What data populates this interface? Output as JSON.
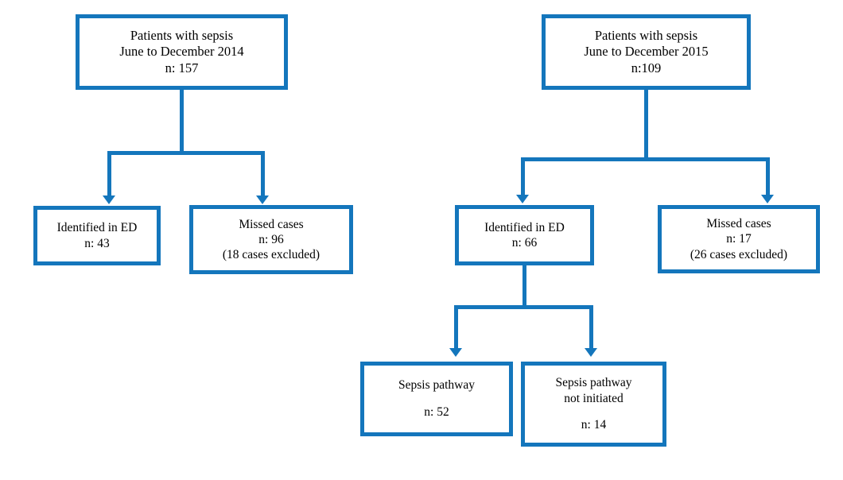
{
  "figure": {
    "type": "flowchart",
    "title": "",
    "accent_color": "#1476bc",
    "background_color": "#ffffff",
    "text_color": "#000000"
  },
  "branches": {
    "left": {
      "root": {
        "line1": "Patients with sepsis",
        "line2": "June to December 2014",
        "line3": "n: 157"
      },
      "children": [
        {
          "line1": "Identified in ED",
          "line2": "n: 43",
          "line3": ""
        },
        {
          "line1": "Missed cases",
          "line2": "n: 96",
          "line3": "(18 cases excluded)"
        }
      ]
    },
    "right": {
      "root": {
        "line1": "Patients with sepsis",
        "line2": "June to December 2015",
        "line3": "n:109"
      },
      "children": [
        {
          "line1": "Identified in ED",
          "line2": "n: 66",
          "line3": ""
        },
        {
          "line1": "Missed cases",
          "line2": "n: 17",
          "line3": "(26 cases excluded)"
        }
      ],
      "grandchildren": [
        {
          "line1": "Sepsis pathway",
          "line2": "",
          "line3": "n: 52"
        },
        {
          "line1": "Sepsis pathway",
          "line2": "not initiated",
          "line3": "n: 14"
        }
      ]
    }
  },
  "chart_data": {
    "type": "flowchart",
    "nodes": [
      {
        "id": "L0",
        "label": "Patients with sepsis June to December 2014",
        "n": 157
      },
      {
        "id": "L1",
        "label": "Identified in ED",
        "n": 43
      },
      {
        "id": "L2",
        "label": "Missed cases",
        "n": 96,
        "excluded": 18
      },
      {
        "id": "R0",
        "label": "Patients with sepsis June to December 2015",
        "n": 109
      },
      {
        "id": "R1",
        "label": "Identified in ED",
        "n": 66
      },
      {
        "id": "R2",
        "label": "Missed cases",
        "n": 17,
        "excluded": 26
      },
      {
        "id": "R1a",
        "label": "Sepsis pathway",
        "n": 52
      },
      {
        "id": "R1b",
        "label": "Sepsis pathway not initiated",
        "n": 14
      }
    ],
    "edges": [
      {
        "from": "L0",
        "to": "L1"
      },
      {
        "from": "L0",
        "to": "L2"
      },
      {
        "from": "R0",
        "to": "R1"
      },
      {
        "from": "R0",
        "to": "R2"
      },
      {
        "from": "R1",
        "to": "R1a"
      },
      {
        "from": "R1",
        "to": "R1b"
      }
    ]
  }
}
